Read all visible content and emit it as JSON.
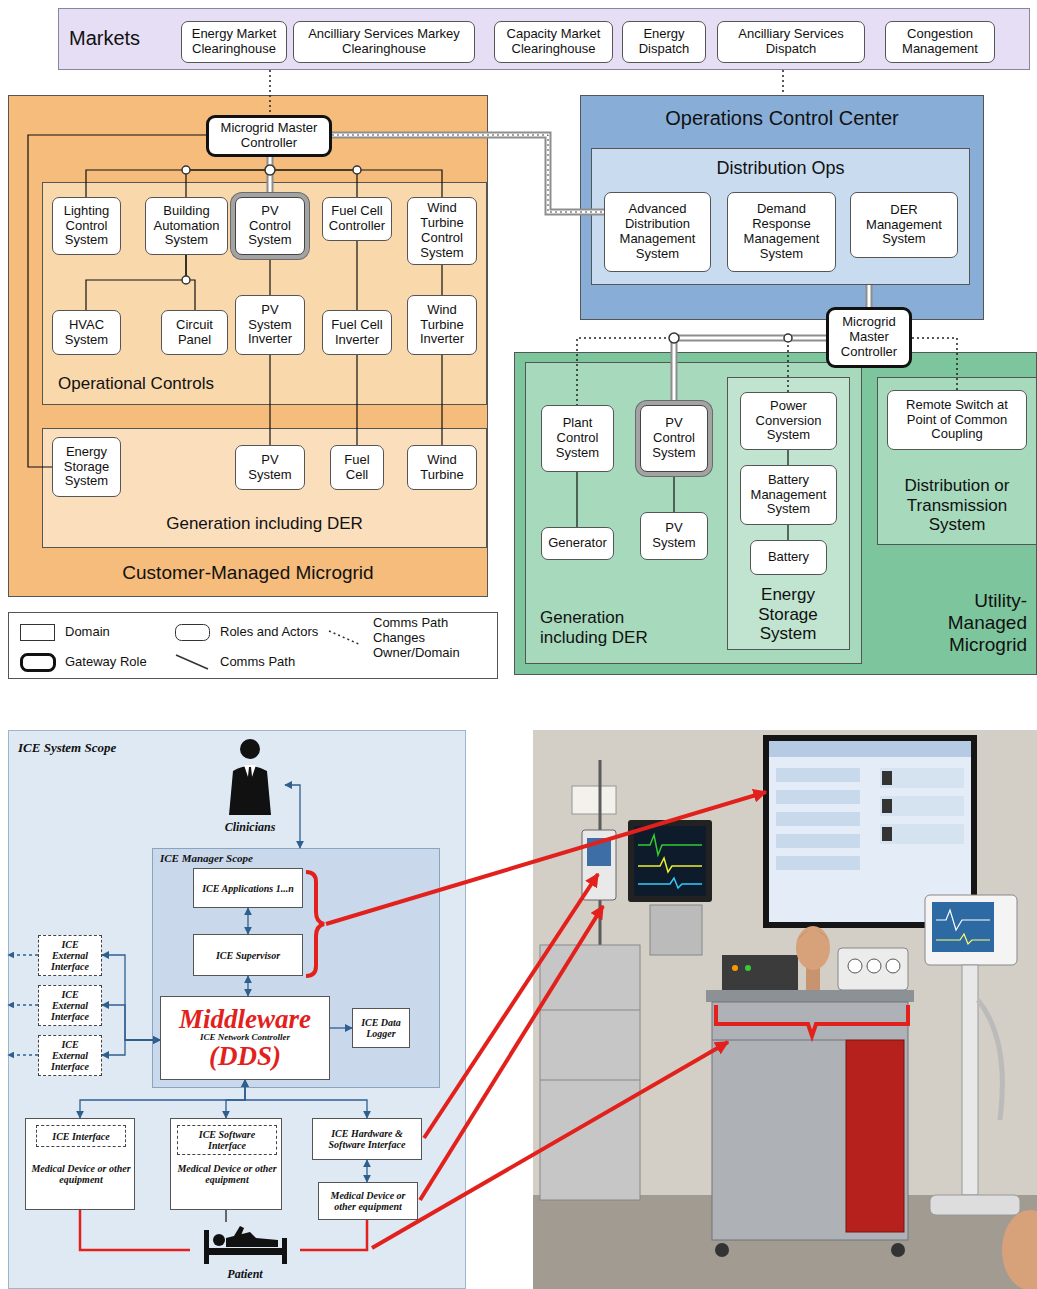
{
  "diagram": {
    "nodes": [
      {
        "text": [
          "Markets"
        ]
      },
      {
        "text": [
          "Energy Market Clearinghouse"
        ],
        "in": 0
      },
      {
        "text": [
          "Ancilliary Services Markey Clearinghouse"
        ],
        "in": 0
      },
      {
        "text": [
          "Capacity Market Clearinghouse"
        ],
        "in": 0
      },
      {
        "text": [
          "Energy Dispatch"
        ],
        "in": 0
      },
      {
        "text": [
          "Ancilliary Services Dispatch"
        ],
        "in": 0
      },
      {
        "text": [
          "Congestion Management"
        ],
        "in": 0
      },
      {
        "text": [
          "Customer-Managed Microgrid"
        ]
      },
      {
        "text": [
          "Microgrid Master Controller"
        ],
        "in": 7
      },
      {
        "text": [
          "Operational Controls"
        ],
        "in": 7
      },
      {
        "text": [
          "Lighting Control System"
        ],
        "in": 9
      },
      {
        "text": [
          "Building Automation System"
        ],
        "in": 9
      },
      {
        "text": [
          "PV Control System"
        ],
        "in": 9
      },
      {
        "text": [
          "Fuel Cell Controller"
        ],
        "in": 9
      },
      {
        "text": [
          "Wind Turbine Control System"
        ],
        "in": 9
      },
      {
        "text": [
          "HVAC System"
        ],
        "in": 9
      },
      {
        "text": [
          "Circuit Panel"
        ],
        "in": 9
      },
      {
        "text": [
          "PV System Inverter"
        ],
        "in": 9
      },
      {
        "text": [
          "Fuel Cell Inverter"
        ],
        "in": 9
      },
      {
        "text": [
          "Wind Turbine Inverter"
        ],
        "in": 9
      },
      {
        "text": [
          "Generation including DER"
        ],
        "in": 7
      },
      {
        "text": [
          "Energy Storage System"
        ],
        "in": 20
      },
      {
        "text": [
          "PV System"
        ],
        "in": 20
      },
      {
        "text": [
          "Fuel Cell"
        ],
        "in": 20
      },
      {
        "text": [
          "Wind Turbine"
        ],
        "in": 20
      },
      {
        "text": [
          "Operations Control Center"
        ]
      },
      {
        "text": [
          "Distribution Ops"
        ],
        "in": 25
      },
      {
        "text": [
          "Advanced Distribution Management System"
        ],
        "in": 26
      },
      {
        "text": [
          "Demand Response Management System"
        ],
        "in": 26
      },
      {
        "text": [
          "DER Management System"
        ],
        "in": 26
      },
      {
        "text": [
          "Utility-Managed Microgrid"
        ]
      },
      {
        "text": [
          "Microgrid Master Controller"
        ],
        "in": 30
      },
      {
        "text": [
          "Generation including DER"
        ],
        "in": 30
      },
      {
        "text": [
          "Plant Control System"
        ],
        "in": 32
      },
      {
        "text": [
          "Generator"
        ],
        "in": 32
      },
      {
        "text": [
          "PV Control System"
        ],
        "in": 32
      },
      {
        "text": [
          "PV System"
        ],
        "in": 32
      },
      {
        "text": [
          "Energy Storage System"
        ],
        "in": 32
      },
      {
        "text": [
          "Power Conversion System"
        ],
        "in": 37
      },
      {
        "text": [
          "Battery Management System"
        ],
        "in": 37
      },
      {
        "text": [
          "Battery"
        ],
        "in": 37
      },
      {
        "text": [
          "Distribution or Transmission System"
        ],
        "in": 30
      },
      {
        "text": [
          "Remote Switch at Point of Common Coupling"
        ],
        "in": 41
      },
      {
        "text": [
          "ICE System Scope"
        ]
      },
      {
        "text": [
          "Clinicians"
        ],
        "in": 43
      },
      {
        "text": [
          "ICE Manager Scope"
        ],
        "in": 43
      },
      {
        "text": [
          "ICE Applications 1...n"
        ],
        "in": 45
      },
      {
        "text": [
          "ICE Supervisor"
        ],
        "in": 45
      },
      {
        "text": [
          "Middleware",
          "ICE Network Controller",
          "(DDS)"
        ],
        "in": 45
      },
      {
        "text": [
          "ICE Data Logger"
        ],
        "in": 45
      },
      {
        "text": [
          "ICE External Interface"
        ],
        "in": 43
      },
      {
        "text": [
          "ICE External Interface"
        ],
        "in": 43
      },
      {
        "text": [
          "ICE External Interface"
        ],
        "in": 43
      },
      {
        "text": [
          "Medical Device or other equipment"
        ],
        "in": 43
      },
      {
        "text": [
          "ICE Interface"
        ],
        "in": 53
      },
      {
        "text": [
          "Medical Device or other equipment"
        ],
        "in": 43
      },
      {
        "text": [
          "ICE Software Interface"
        ],
        "in": 55
      },
      {
        "text": [
          "ICE Hardware & Software Interface"
        ],
        "in": 43
      },
      {
        "text": [
          "Medical Device or other equipment"
        ],
        "in": 43
      },
      {
        "text": [
          "Patient"
        ],
        "in": 43
      }
    ],
    "edges": [
      {
        "from": 0,
        "to": 8,
        "arrow": "none"
      },
      {
        "from": 0,
        "to": 25,
        "arrow": "none"
      },
      {
        "from": 8,
        "to": 27,
        "arrow": "none"
      },
      {
        "from": 8,
        "to": 10,
        "arrow": "none"
      },
      {
        "from": 8,
        "to": 11,
        "arrow": "none"
      },
      {
        "from": 8,
        "to": 12,
        "arrow": "none"
      },
      {
        "from": 8,
        "to": 13,
        "arrow": "none"
      },
      {
        "from": 8,
        "to": 14,
        "arrow": "none"
      },
      {
        "from": 8,
        "to": 21,
        "arrow": "none"
      },
      {
        "from": 11,
        "to": 15,
        "arrow": "none"
      },
      {
        "from": 11,
        "to": 16,
        "arrow": "none"
      },
      {
        "from": 12,
        "to": 17,
        "arrow": "none"
      },
      {
        "from": 17,
        "to": 22,
        "arrow": "none"
      },
      {
        "from": 13,
        "to": 18,
        "arrow": "none"
      },
      {
        "from": 18,
        "to": 23,
        "arrow": "none"
      },
      {
        "from": 14,
        "to": 19,
        "arrow": "none"
      },
      {
        "from": 19,
        "to": 24,
        "arrow": "none"
      },
      {
        "from": 31,
        "to": 26,
        "arrow": "none"
      },
      {
        "from": 31,
        "to": 33,
        "arrow": "none"
      },
      {
        "from": 31,
        "to": 35,
        "arrow": "none"
      },
      {
        "from": 31,
        "to": 38,
        "arrow": "none"
      },
      {
        "from": 31,
        "to": 42,
        "arrow": "none"
      },
      {
        "from": 33,
        "to": 34,
        "arrow": "none"
      },
      {
        "from": 35,
        "to": 36,
        "arrow": "none"
      },
      {
        "from": 38,
        "to": 39,
        "arrow": "none"
      },
      {
        "from": 39,
        "to": 40,
        "arrow": "none"
      },
      {
        "from": 44,
        "to": 45,
        "arrow": "both"
      },
      {
        "from": 46,
        "to": 47,
        "arrow": "both"
      },
      {
        "from": 47,
        "to": 48,
        "arrow": "both"
      },
      {
        "from": 48,
        "to": 49,
        "arrow": "to"
      },
      {
        "from": 48,
        "to": 50,
        "arrow": "both"
      },
      {
        "from": 48,
        "to": 51,
        "arrow": "both"
      },
      {
        "from": 48,
        "to": 52,
        "arrow": "both"
      },
      {
        "from": 48,
        "to": 53,
        "arrow": "both"
      },
      {
        "from": 48,
        "to": 55,
        "arrow": "both"
      },
      {
        "from": 48,
        "to": 57,
        "arrow": "both"
      },
      {
        "from": 57,
        "to": 58,
        "arrow": "both"
      },
      {
        "from": 53,
        "to": 59,
        "arrow": "none"
      },
      {
        "from": 55,
        "to": 59,
        "arrow": "none"
      },
      {
        "from": 58,
        "to": 59,
        "arrow": "none"
      }
    ],
    "legend": [
      {
        "text": "Domain"
      },
      {
        "text": "Roles and Actors"
      },
      {
        "text": "Comms Path Changes Owner/Domain"
      },
      {
        "text": "Gateway Role"
      },
      {
        "text": "Comms Path"
      }
    ]
  }
}
